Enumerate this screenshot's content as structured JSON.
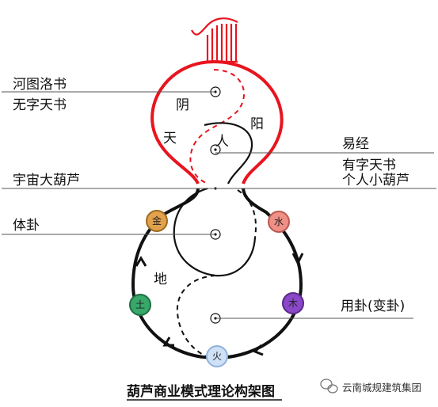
{
  "diagram": {
    "title": "葫芦商业模式理论构架图",
    "left_labels": {
      "hetu_luoshu": "河图洛书",
      "wuzi_tianshu": "无字天书",
      "cosmic_gourd": "宇宙大葫芦",
      "body_gua": "体卦"
    },
    "right_labels": {
      "yijing": "易经",
      "youzi_tianshu": "有字天书",
      "personal_gourd": "个人小葫芦",
      "use_gua": "用卦(变卦)"
    },
    "inner_labels": {
      "yin": "阴",
      "yang": "阳",
      "tian": "天",
      "ren": "人",
      "di": "地"
    },
    "elements": [
      {
        "key": "metal",
        "label": "金",
        "color": "#e2a24b"
      },
      {
        "key": "water",
        "label": "水",
        "color": "#ef8f86"
      },
      {
        "key": "earth",
        "label": "土",
        "color": "#37a86a"
      },
      {
        "key": "wood",
        "label": "木",
        "color": "#8a48c9"
      },
      {
        "key": "fire",
        "label": "火",
        "color": "#cfe1f7"
      }
    ],
    "colors": {
      "heaven_outline": "#e8141e",
      "earth_outline": "#111111",
      "label_line": "#555555"
    },
    "watermark": "云南城规建筑集团"
  }
}
